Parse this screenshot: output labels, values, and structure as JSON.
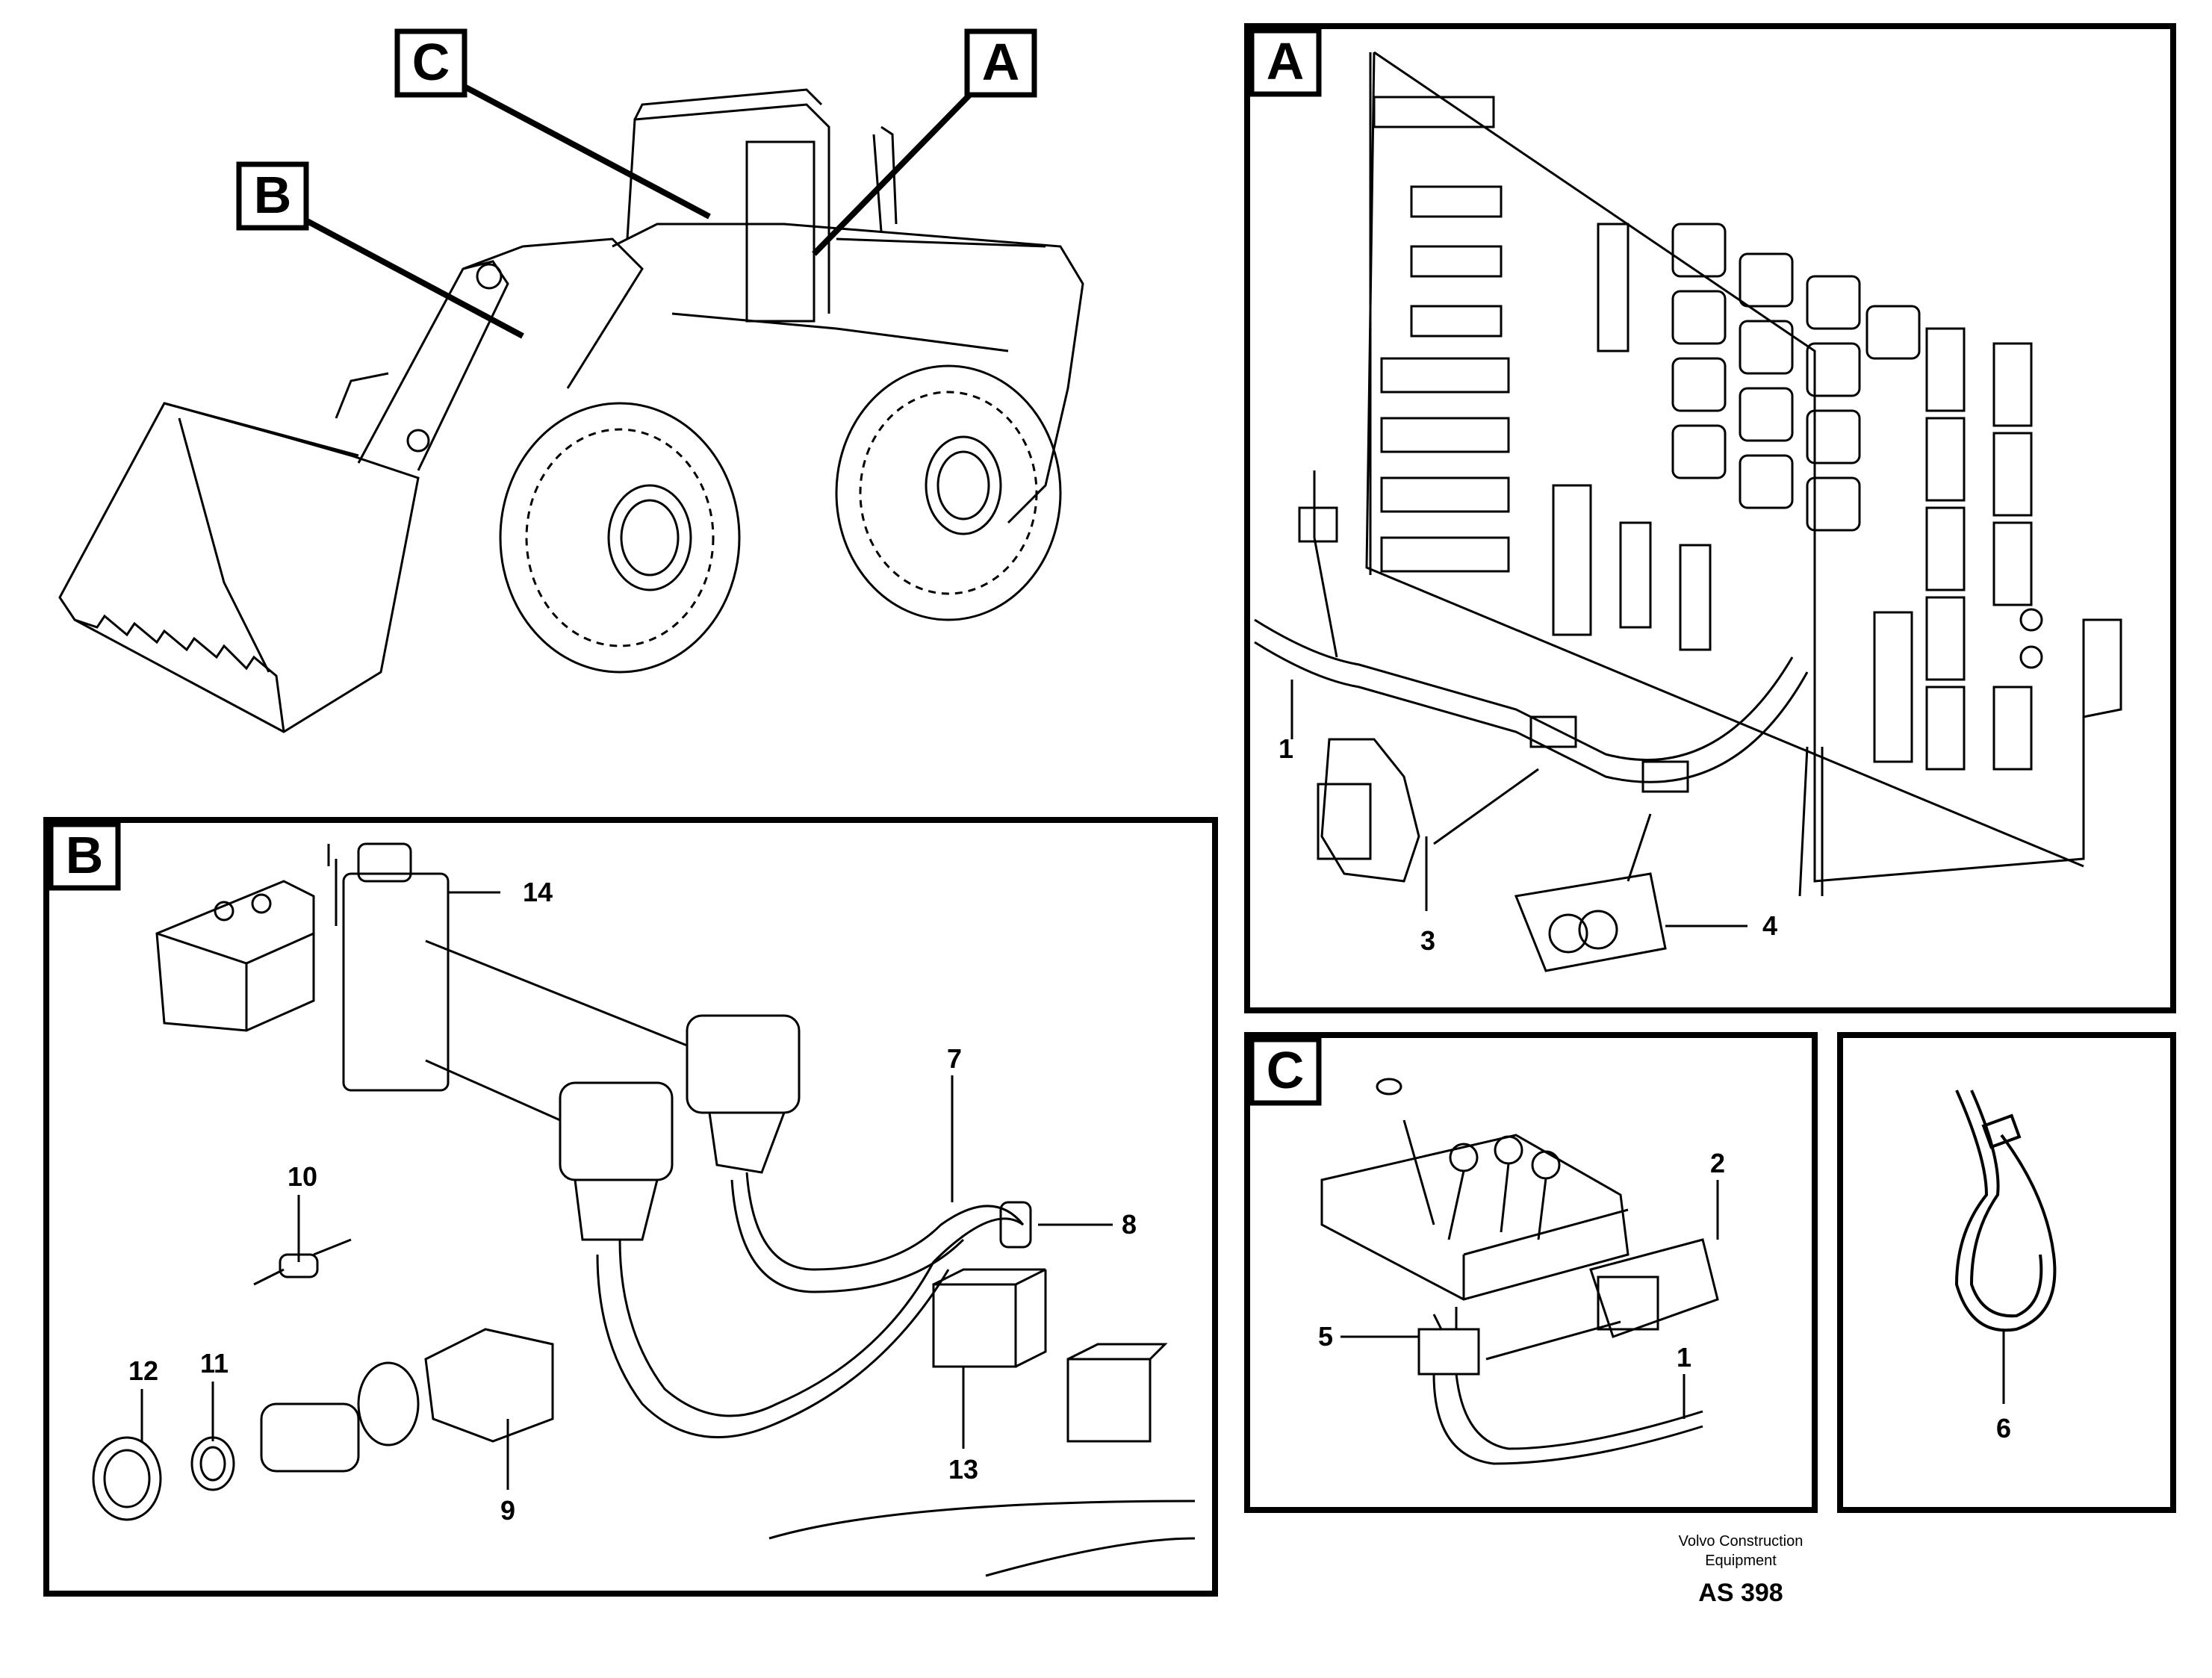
{
  "callouts": {
    "A": "A",
    "B": "B",
    "C": "C"
  },
  "panels": {
    "A": {
      "letter": "A",
      "labels": [
        "1",
        "3",
        "4"
      ]
    },
    "B": {
      "letter": "B",
      "labels": [
        "14",
        "10",
        "7",
        "8",
        "12",
        "11",
        "9",
        "13"
      ]
    },
    "C": {
      "letter": "C",
      "labels": [
        "2",
        "5",
        "1"
      ]
    },
    "D": {
      "labels": [
        "6"
      ]
    }
  },
  "footer": {
    "company_line1": "Volvo Construction",
    "company_line2": "Equipment",
    "code": "AS 398"
  }
}
